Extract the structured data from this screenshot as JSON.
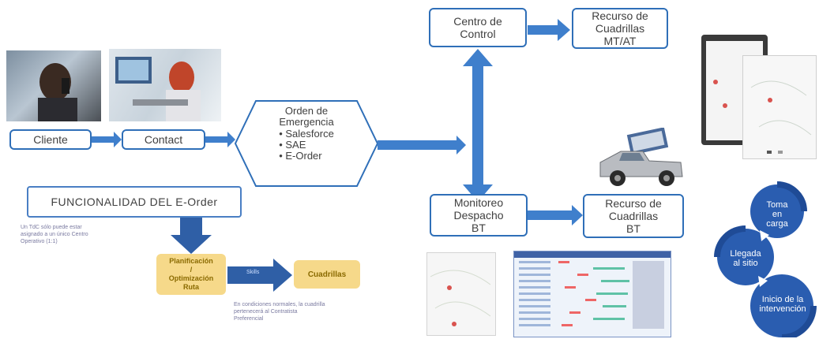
{
  "nodes": {
    "cliente": "Cliente",
    "contact": "Contact",
    "orden_title": "Orden de\nEmergencia",
    "orden_items": [
      "Salesforce",
      "SAE",
      "E-Order"
    ],
    "centro": "Centro de\nControl",
    "recurso_mt": "Recurso de\nCuadrillas\nMT/AT",
    "monitoreo": "Monitoreo\nDespacho\nBT",
    "recurso_bt": "Recurso de\nCuadrillas\nBT",
    "funcionalidad": "FUNCIONALIDAD DEL E-Order"
  },
  "eorder": {
    "note1": "Un TdC sólo puede estar\nasignado a un único Centro\nOperativo (1:1)",
    "planificacion": "Planificación\n/\nOptimización\nRuta",
    "arrow_label": "Skills",
    "cuadrillas": "Cuadrillas",
    "note2": "En condiciones normales, la cuadrilla\npertenecerá al Contratista\nPreferencial"
  },
  "cycle": {
    "step1": "Toma\nen\ncarga",
    "step2": "Llegada\nal sitio",
    "step3": "Inicio de la\nintervención"
  },
  "colors": {
    "blue": "#2f6fb8",
    "arrow_blue": "#3f7fcc",
    "yellow": "#f6d98a",
    "text": "#404040"
  }
}
